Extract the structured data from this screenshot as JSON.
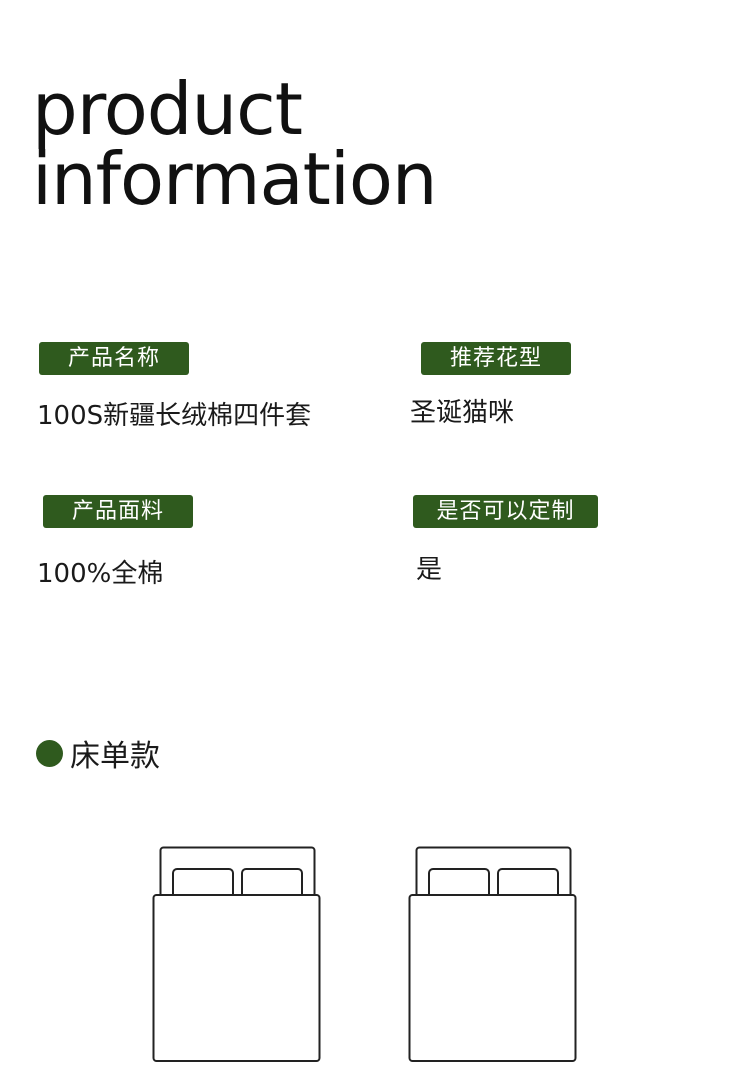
{
  "hero": {
    "line1": "product",
    "line2": "information"
  },
  "specs": [
    {
      "label": "产品名称",
      "value": "100S新疆长绒棉四件套"
    },
    {
      "label": "推荐花型",
      "value": "圣诞猫咪"
    },
    {
      "label": "产品面料",
      "value": "100%全棉"
    },
    {
      "label": "是否可以定制",
      "value": "是"
    }
  ],
  "section": {
    "title": "床单款",
    "bullet_icon": "dot-icon"
  },
  "illustrations": [
    {
      "icon": "bed-icon"
    },
    {
      "icon": "bed-icon"
    }
  ],
  "colors": {
    "accent": "#2f5a1e",
    "text": "#1a1a1a",
    "background": "#ffffff"
  }
}
